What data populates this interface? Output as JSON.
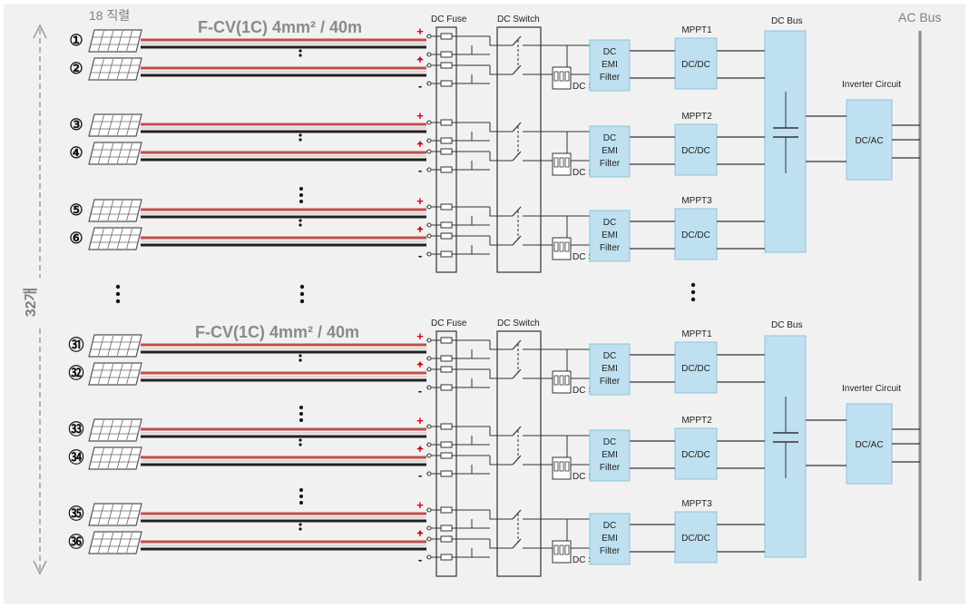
{
  "header": {
    "series_label": "18 직렬",
    "cable_label_top": "F-CV(1C) 4mm² / 40m",
    "cable_label_bottom": "F-CV(1C) 4mm² / 40m",
    "count_label": "32개",
    "ac_bus": "AC Bus"
  },
  "terminals": {
    "plus": "+",
    "minus": "-"
  },
  "strings": [
    "①",
    "②",
    "③",
    "④",
    "⑤",
    "⑥",
    "㉛",
    "㉜",
    "㉝",
    "㉞",
    "㉟",
    "㊱"
  ],
  "inverters": [
    {
      "fuse_label": "DC Fuse",
      "switch_label": "DC Switch",
      "bus_label": "DC Bus",
      "inverter_label": "Inverter Circuit",
      "dcac_label": "DC/AC",
      "channels": [
        {
          "emi": [
            "DC",
            "EMI",
            "Filter"
          ],
          "spd": "DC SPD",
          "mppt": "MPPT1",
          "dcdc": "DC/DC"
        },
        {
          "emi": [
            "DC",
            "EMI",
            "Filter"
          ],
          "spd": "DC SPD",
          "mppt": "MPPT2",
          "dcdc": "DC/DC"
        },
        {
          "emi": [
            "DC",
            "EMI",
            "Filter"
          ],
          "spd": "DC SPD",
          "mppt": "MPPT3",
          "dcdc": "DC/DC"
        }
      ]
    },
    {
      "fuse_label": "DC Fuse",
      "switch_label": "DC Switch",
      "bus_label": "DC Bus",
      "inverter_label": "Inverter Circuit",
      "dcac_label": "DC/AC",
      "channels": [
        {
          "emi": [
            "DC",
            "EMI",
            "Filter"
          ],
          "spd": "DC SPD",
          "mppt": "MPPT1",
          "dcdc": "DC/DC"
        },
        {
          "emi": [
            "DC",
            "EMI",
            "Filter"
          ],
          "spd": "DC SPD",
          "mppt": "MPPT2",
          "dcdc": "DC/DC"
        },
        {
          "emi": [
            "DC",
            "EMI",
            "Filter"
          ],
          "spd": "DC SPD",
          "mppt": "MPPT3",
          "dcdc": "DC/DC"
        }
      ]
    }
  ],
  "colors": {
    "background": "#f1f1f1",
    "box_fill": "#bfe0f0",
    "box_stroke": "#8ec3dc",
    "cable_red": "#c0504d",
    "plus_red": "#e0001a",
    "label_grey": "#7f7f7f"
  }
}
